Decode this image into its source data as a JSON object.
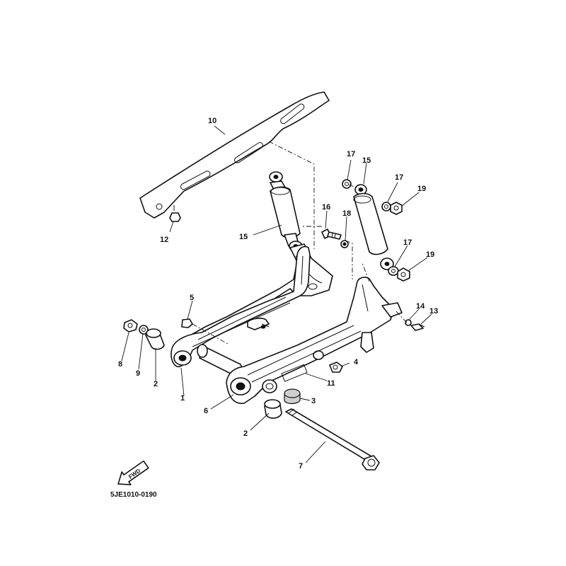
{
  "diagram_code": "5JE1010-0190",
  "fwd_label": "FWD",
  "callouts": [
    {
      "id": "c10",
      "text": "10"
    },
    {
      "id": "c12",
      "text": "12"
    },
    {
      "id": "c15a",
      "text": "15"
    },
    {
      "id": "c17a",
      "text": "17"
    },
    {
      "id": "c15b",
      "text": "15"
    },
    {
      "id": "c17b",
      "text": "17"
    },
    {
      "id": "c19a",
      "text": "19"
    },
    {
      "id": "c16",
      "text": "16"
    },
    {
      "id": "c18",
      "text": "18"
    },
    {
      "id": "c17c",
      "text": "17"
    },
    {
      "id": "c19b",
      "text": "19"
    },
    {
      "id": "c5",
      "text": "5"
    },
    {
      "id": "c14",
      "text": "14"
    },
    {
      "id": "c13",
      "text": "13"
    },
    {
      "id": "c8",
      "text": "8"
    },
    {
      "id": "c9",
      "text": "9"
    },
    {
      "id": "c2a",
      "text": "2"
    },
    {
      "id": "c1",
      "text": "1"
    },
    {
      "id": "c4",
      "text": "4"
    },
    {
      "id": "c11",
      "text": "11"
    },
    {
      "id": "c6",
      "text": "6"
    },
    {
      "id": "c3",
      "text": "3"
    },
    {
      "id": "c2b",
      "text": "2"
    },
    {
      "id": "c7",
      "text": "7"
    }
  ]
}
